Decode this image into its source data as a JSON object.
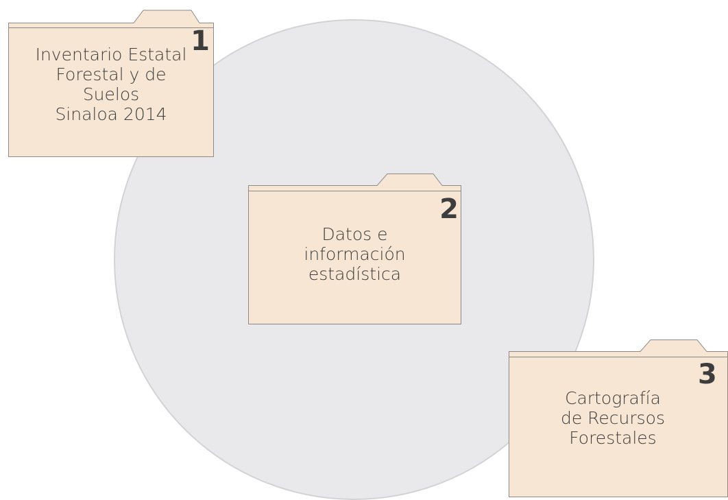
{
  "colors": {
    "folder_fill": "#f6e6d3",
    "folder_stroke": "#8d8a87",
    "circle_fill": "#e9e9eb",
    "text": "#3d3d3d"
  },
  "folders": [
    {
      "number": "1",
      "lines": [
        "Inventario Estatal",
        "Forestal y de",
        "Suelos",
        "Sinaloa 2014"
      ]
    },
    {
      "number": "2",
      "lines": [
        "Datos e",
        "información",
        "estadística"
      ]
    },
    {
      "number": "3",
      "lines": [
        "Cartografía",
        "de Recursos",
        "Forestales"
      ]
    }
  ]
}
